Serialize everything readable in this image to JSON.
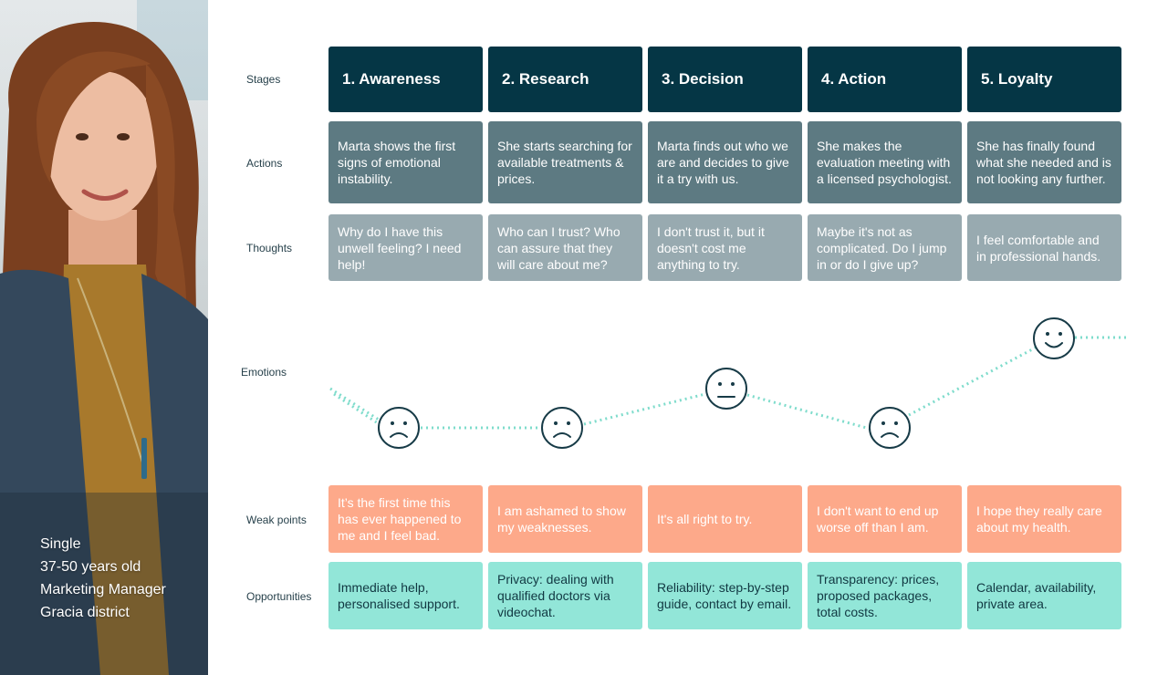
{
  "persona": {
    "details": [
      "Single",
      "37-50 years old",
      "Marketing Manager",
      "Gracia district"
    ]
  },
  "row_labels": {
    "stages": "Stages",
    "actions": "Actions",
    "thoughts": "Thoughts",
    "emotions": "Emotions",
    "weak_points": "Weak points",
    "opportunities": "Opportunities"
  },
  "stages": [
    {
      "title": "1. Awareness",
      "action": "Marta shows the first signs of emotional instability.",
      "thought": "Why do I have this unwell feeling? I need help!",
      "emotion": "sad",
      "weak_point": "It’s the first time this has ever happened to me and I feel bad.",
      "opportunity": "Immediate help, personalised support."
    },
    {
      "title": "2. Research",
      "action": "She starts searching for available treatments & prices.",
      "thought": "Who can I trust? Who can assure that they will care about me?",
      "emotion": "sad",
      "weak_point": "I am ashamed to show my weaknesses.",
      "opportunity": "Privacy: dealing with qualified doctors via videochat."
    },
    {
      "title": "3. Decision",
      "action": "Marta finds out who we are and decides to give it a try with us.",
      "thought": "I don't trust it, but it doesn't cost me anything to try.",
      "emotion": "neutral",
      "weak_point": "It's all right to try.",
      "opportunity": "Reliability: step-by-step guide, contact by email."
    },
    {
      "title": "4. Action",
      "action": "She makes the evaluation meeting with a licensed psychologist.",
      "thought": "Maybe it's not as complicated. Do I jump in or do I give up?",
      "emotion": "sad",
      "weak_point": "I don't want to end up worse off than I am.",
      "opportunity": "Transparency: prices, proposed packages, total costs."
    },
    {
      "title": "5. Loyalty",
      "action": "She has finally found what she needed and is not looking any further.",
      "thought": "I feel comfortable and in professional hands.",
      "emotion": "happy",
      "weak_point": "I hope they really care about my health.",
      "opportunity": "Calendar, availability, private area."
    }
  ],
  "colors": {
    "stage": "#053645",
    "action": "#5d7a82",
    "thought": "#98aab0",
    "weak_point": "#fda98a",
    "opportunity": "#92e6d8",
    "emotion_line": "#7fdccc",
    "face": "#173b47"
  },
  "icons": [
    "sad-face-icon",
    "neutral-face-icon",
    "happy-face-icon"
  ]
}
